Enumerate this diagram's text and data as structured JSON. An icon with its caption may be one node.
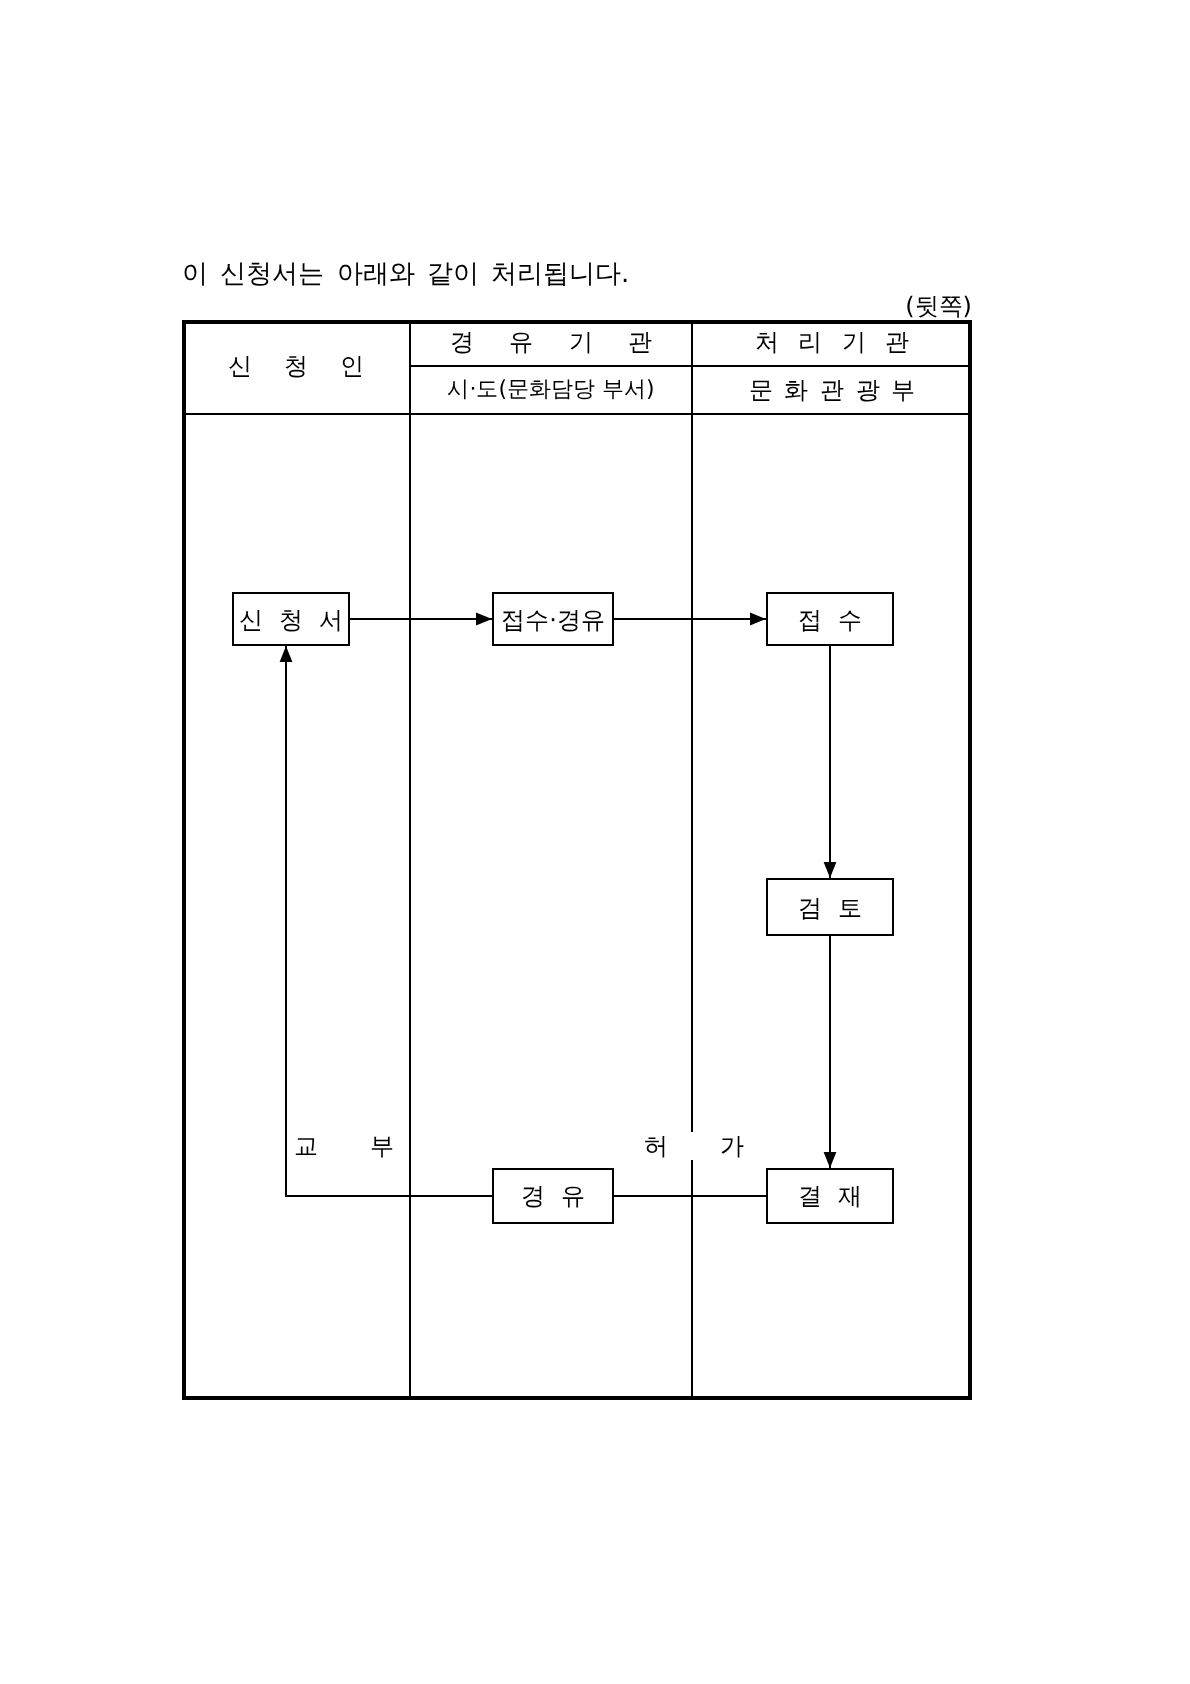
{
  "diagram": {
    "title": "이 신청서는 아래와 같이 처리됩니다.",
    "nodes": [
      {
        "text": [
          "신 청 서"
        ]
      },
      {
        "text": [
          "접수·경유"
        ]
      },
      {
        "text": [
          "접 수"
        ]
      },
      {
        "text": [
          "검 토"
        ]
      },
      {
        "text": [
          "결 재"
        ]
      },
      {
        "text": [
          "경 유"
        ]
      }
    ],
    "edges": [
      {
        "from": 0,
        "to": 1,
        "arrow": "to"
      },
      {
        "from": 1,
        "to": 2,
        "arrow": "to"
      },
      {
        "from": 2,
        "to": 3,
        "arrow": "to"
      },
      {
        "from": 3,
        "to": 4,
        "arrow": "to"
      },
      {
        "from": 4,
        "to": 5,
        "arrow": "none",
        "label": "허 가"
      },
      {
        "from": 5,
        "to": 0,
        "arrow": "to",
        "label": "교 부"
      }
    ],
    "labels": [
      "(뒷쪽)",
      "신 청 인",
      "경 유 기 관",
      "처 리 기 관",
      "시·도(문화담당 부서)",
      "문 화 관 광 부"
    ]
  }
}
